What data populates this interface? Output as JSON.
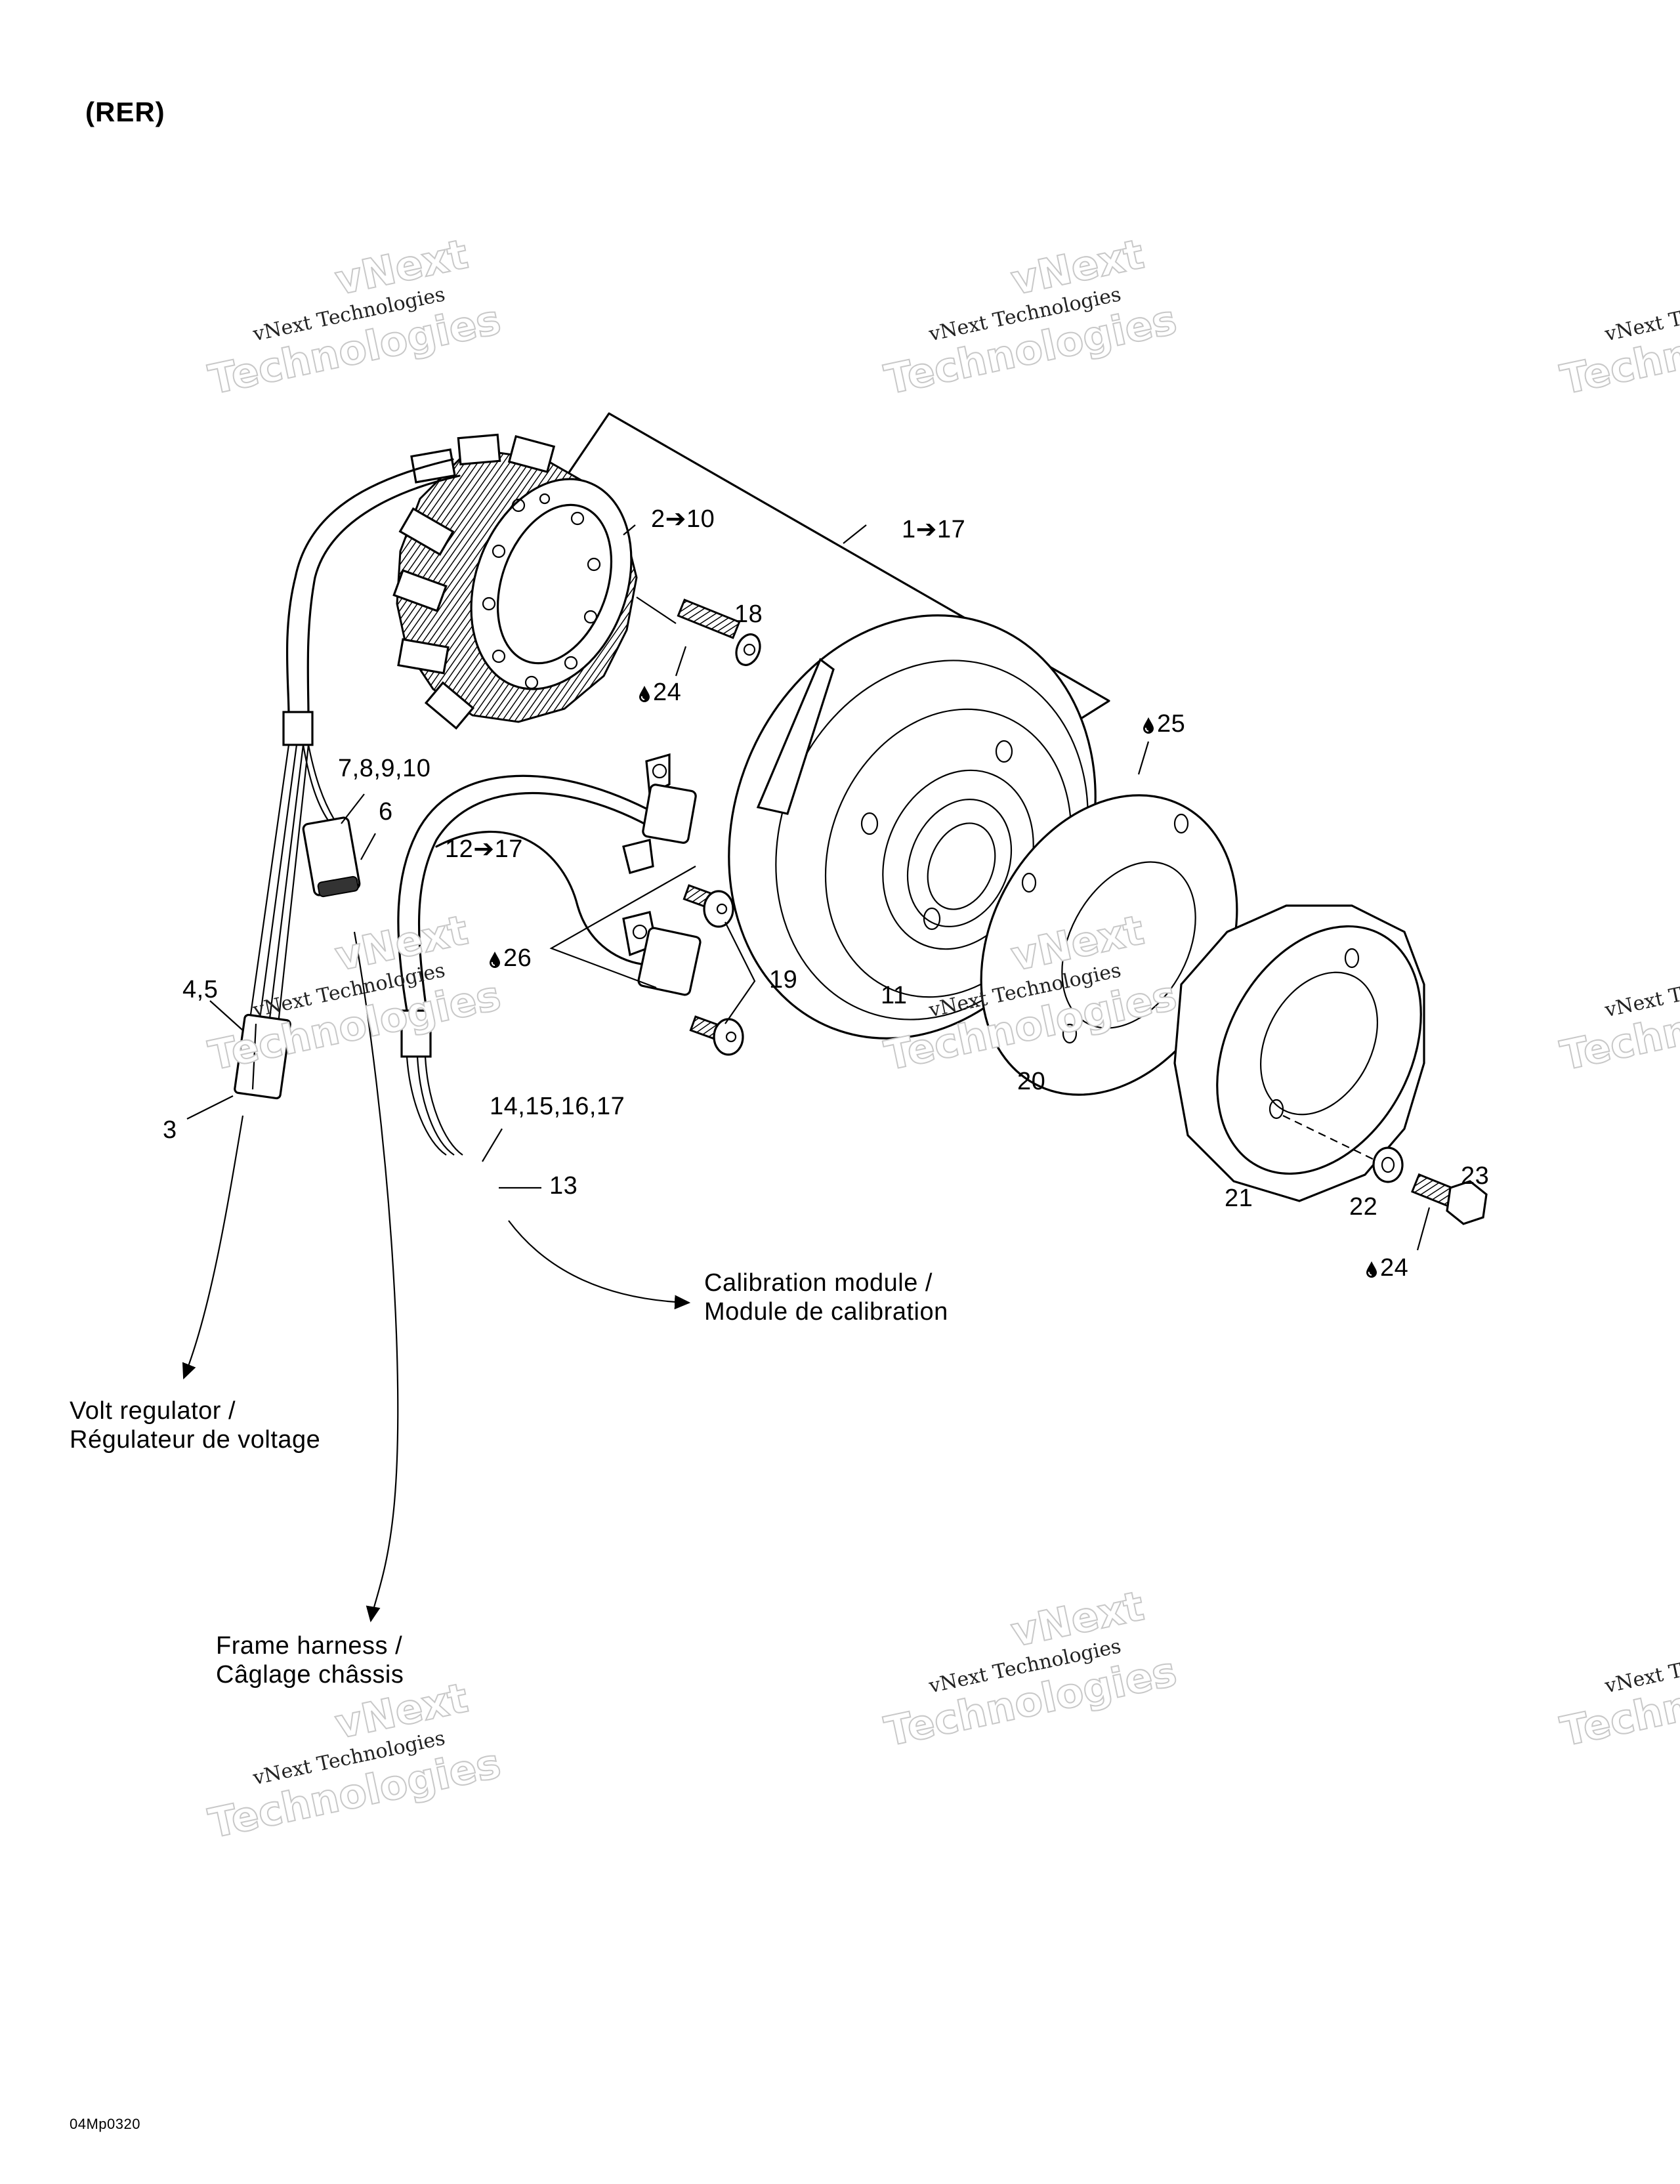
{
  "page": {
    "title": "(RER)",
    "figure_code": "04Mp0320"
  },
  "callouts": {
    "c_2_10": "2➔10",
    "c_1_17": "1➔17",
    "c_18": "18",
    "c_24_upper": "24",
    "c_25": "25",
    "c_7_8_9_10": "7,8,9,10",
    "c_6": "6",
    "c_12_17": "12➔17",
    "c_26": "26",
    "c_19": "19",
    "c_11": "11",
    "c_4_5": "4,5",
    "c_20": "20",
    "c_3": "3",
    "c_14_15_16_17": "14,15,16,17",
    "c_13": "13",
    "c_21": "21",
    "c_22": "22",
    "c_23": "23",
    "c_24_lower": "24"
  },
  "connections": {
    "calibration_line1": "Calibration module /",
    "calibration_line2": "Module de calibration",
    "volt_line1": "Volt regulator /",
    "volt_line2": "Régulateur de voltage",
    "frame_line1": "Frame harness /",
    "frame_line2": "Câglage châssis"
  },
  "icons": {
    "sealant": "drop-icon",
    "arrow": "right-arrow-icon"
  },
  "watermark": {
    "big_line1": "vNext",
    "big_line2": "Technologies",
    "small": "vNext Technologies"
  },
  "colors": {
    "ink": "#000000",
    "background": "#ffffff",
    "watermark_outline": "#c8c8c8"
  }
}
